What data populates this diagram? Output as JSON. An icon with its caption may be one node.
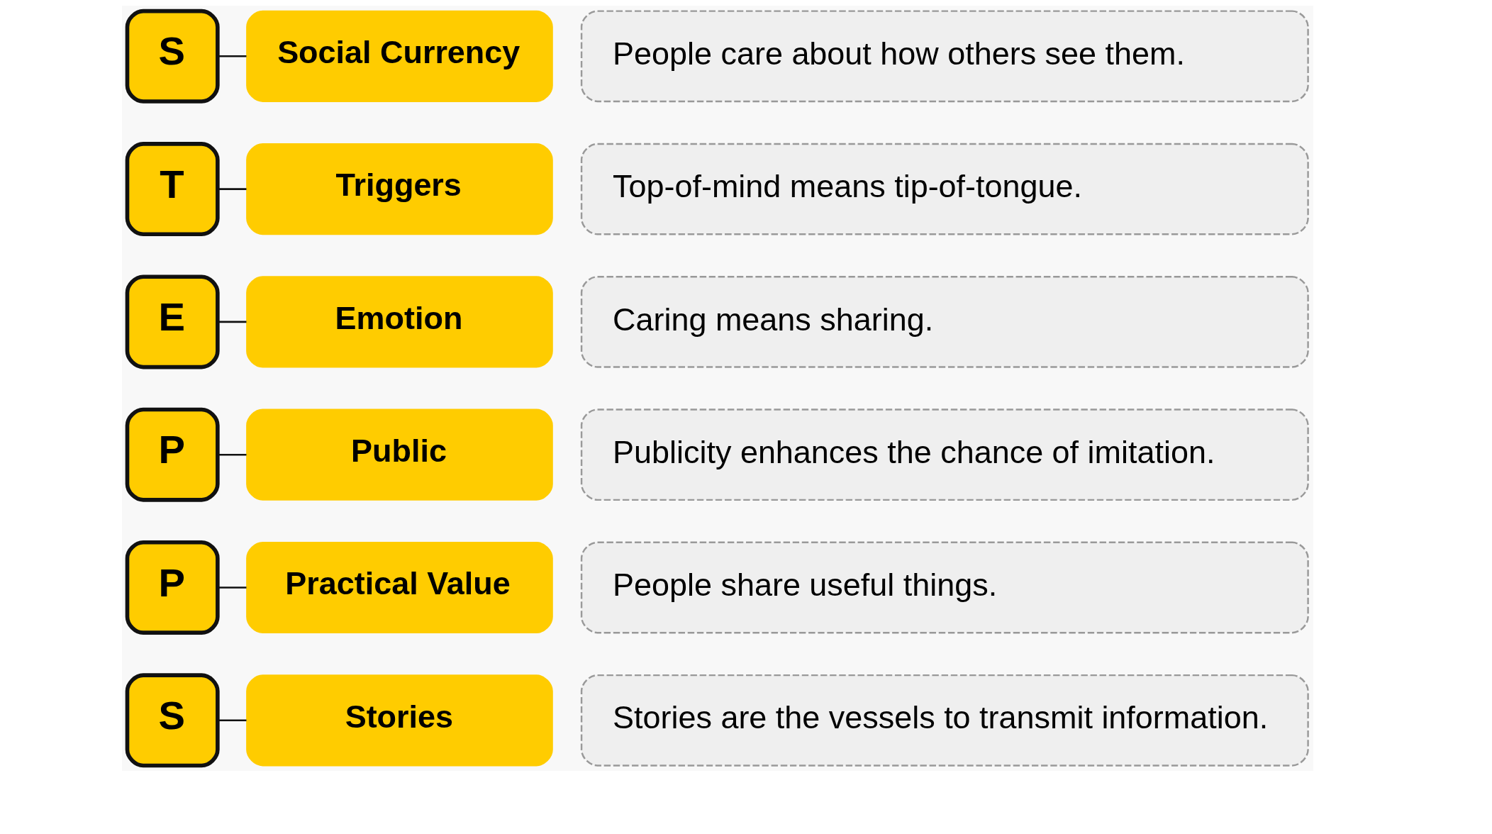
{
  "diagram": {
    "nodes": [
      {
        "text": [
          "S"
        ]
      },
      {
        "text": [
          "Social Currency"
        ]
      },
      {
        "text": [
          "People care about how others see them."
        ]
      },
      {
        "text": [
          "T"
        ]
      },
      {
        "text": [
          "Triggers"
        ]
      },
      {
        "text": [
          "Top-of-mind means tip-of-tongue."
        ]
      },
      {
        "text": [
          "E"
        ]
      },
      {
        "text": [
          "Emotion"
        ]
      },
      {
        "text": [
          "Caring means sharing."
        ]
      },
      {
        "text": [
          "P"
        ]
      },
      {
        "text": [
          "Public"
        ]
      },
      {
        "text": [
          "Publicity enhances the chance of imitation."
        ]
      },
      {
        "text": [
          "P"
        ]
      },
      {
        "text": [
          "Practical Value"
        ]
      },
      {
        "text": [
          "People share useful things."
        ]
      },
      {
        "text": [
          "S"
        ]
      },
      {
        "text": [
          "Stories"
        ]
      },
      {
        "text": [
          "Stories are the vessels to transmit information."
        ]
      }
    ],
    "edges": [
      {
        "from": 0,
        "to": 1,
        "arrow": "none"
      },
      {
        "from": 3,
        "to": 4,
        "arrow": "none"
      },
      {
        "from": 6,
        "to": 7,
        "arrow": "none"
      },
      {
        "from": 9,
        "to": 10,
        "arrow": "none"
      },
      {
        "from": 12,
        "to": 13,
        "arrow": "none"
      },
      {
        "from": 15,
        "to": 16,
        "arrow": "none"
      }
    ]
  }
}
